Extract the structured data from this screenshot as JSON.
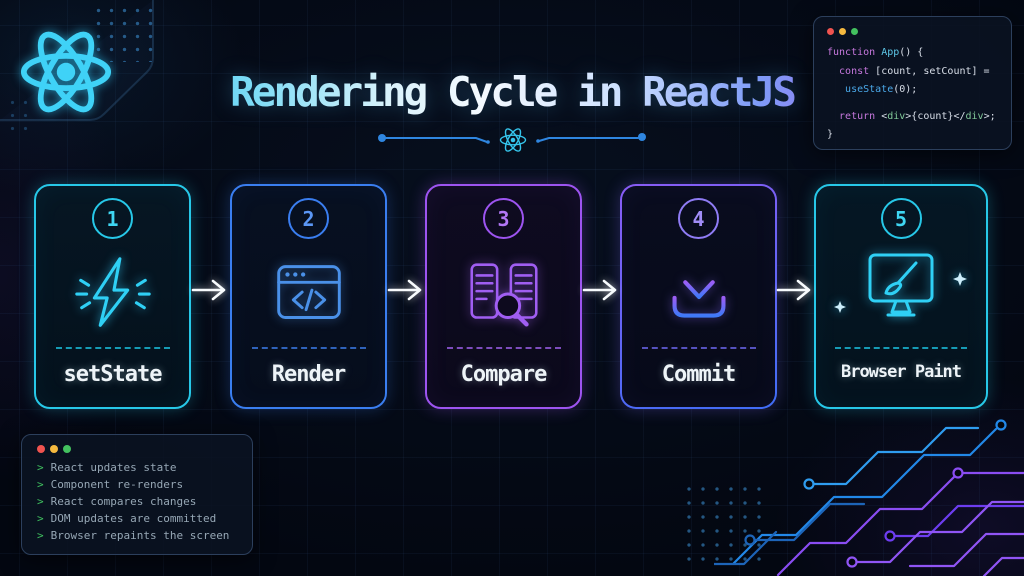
{
  "header": {
    "title": "Rendering Cycle in ReactJS"
  },
  "code_card": {
    "lines": [
      {
        "tokens": [
          {
            "text": "function ",
            "type": "keyword"
          },
          {
            "text": "App",
            "type": "function"
          },
          {
            "text": "() {",
            "type": "plain"
          }
        ]
      },
      {
        "tokens": [
          {
            "text": "  const",
            "type": "keyword"
          },
          {
            "text": " [count, setCount] =",
            "type": "plain"
          }
        ]
      },
      {
        "tokens": [
          {
            "text": "   useState",
            "type": "builtin"
          },
          {
            "text": "(0);",
            "type": "plain"
          }
        ]
      },
      {
        "tokens": [
          {
            "text": "  return",
            "type": "keyword"
          },
          {
            "text": " <",
            "type": "plain"
          },
          {
            "text": "div",
            "type": "tag"
          },
          {
            "text": ">{count}</",
            "type": "plain"
          },
          {
            "text": "div",
            "type": "tag"
          },
          {
            "text": ">;",
            "type": "plain"
          }
        ]
      },
      {
        "tokens": [
          {
            "text": "}",
            "type": "plain"
          }
        ]
      }
    ]
  },
  "steps": [
    {
      "number": "1",
      "label": "setState",
      "icon": "lightning-icon",
      "accent": "#29cdeb"
    },
    {
      "number": "2",
      "label": "Render",
      "icon": "browser-code-icon",
      "accent": "#3d82f2"
    },
    {
      "number": "3",
      "label": "Compare",
      "icon": "compare-search-icon",
      "accent": "#a05ef2"
    },
    {
      "number": "4",
      "label": "Commit",
      "icon": "download-commit-icon",
      "accent": "#7a68f5"
    },
    {
      "number": "5",
      "label": "Browser Paint",
      "icon": "monitor-paintbrush-icon",
      "accent": "#29cdeb"
    }
  ],
  "terminal_card": {
    "prompt": ">",
    "lines": [
      "React updates state",
      "Component re-renders",
      "React compares changes",
      "DOM updates are committed",
      "Browser repaints the screen"
    ]
  },
  "colors": {
    "background": "#030711",
    "accent_cyan": "#2fd0f5",
    "accent_blue": "#3a7ef0",
    "accent_purple": "#9d54f0",
    "accent_violet_blue_gradient": [
      "#8a5cf5",
      "#3f6df5"
    ],
    "code_keyword": "#c678dd",
    "code_function": "#5ec9ea",
    "code_builtin": "#4aa8e8",
    "code_tag": "#82c99a",
    "code_plain": "#d8dee8",
    "terminal_prompt": "#3fbf5f",
    "terminal_text": "#96a7b5",
    "traffic_red": "#f0534f",
    "traffic_yellow": "#f5b93f",
    "traffic_green": "#43c15f"
  }
}
